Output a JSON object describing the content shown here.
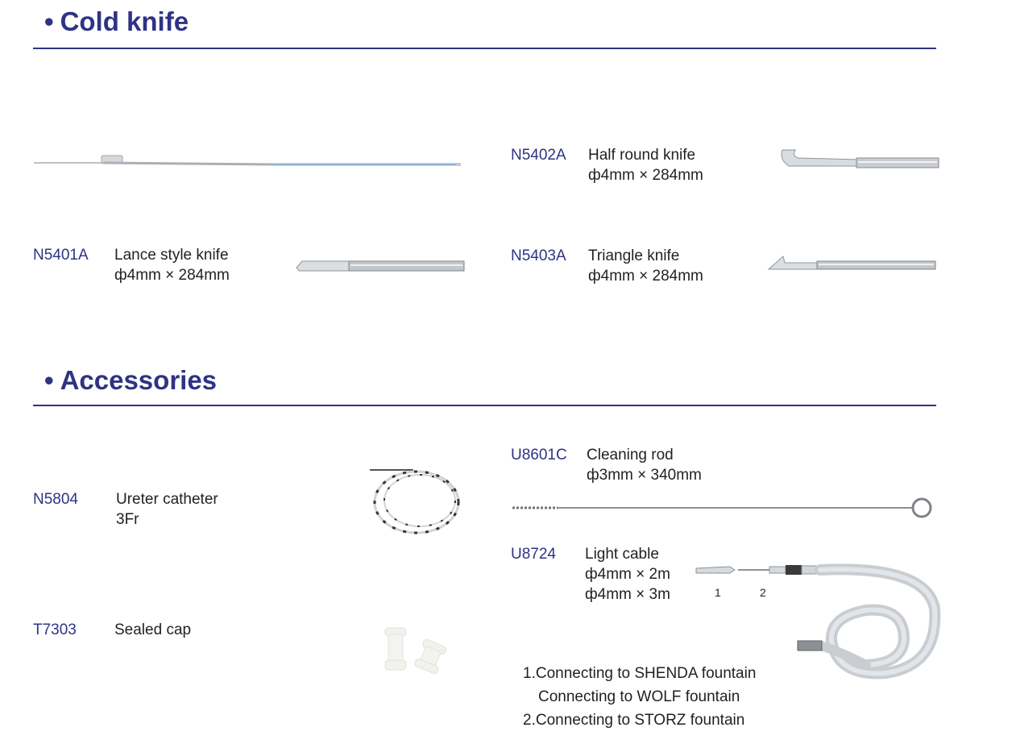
{
  "sections": {
    "cold_knife": {
      "bullet": "•",
      "title": "Cold knife"
    },
    "accessories": {
      "bullet": "•",
      "title": "Accessories"
    }
  },
  "cold_knife_items": {
    "n5402a": {
      "code": "N5402A",
      "name": "Half round knife",
      "spec": "ф4mm × 284mm"
    },
    "n5401a": {
      "code": "N5401A",
      "name": "Lance style knife",
      "spec": "ф4mm × 284mm"
    },
    "n5403a": {
      "code": "N5403A",
      "name": "Triangle knife",
      "spec": "ф4mm × 284mm"
    }
  },
  "accessory_items": {
    "n5804": {
      "code": "N5804",
      "name": "Ureter catheter",
      "spec": "3Fr"
    },
    "t7303": {
      "code": "T7303",
      "name": "Sealed cap"
    },
    "u8601c": {
      "code": "U8601C",
      "name": "Cleaning rod",
      "spec": "ф3mm × 340mm"
    },
    "u8724": {
      "code": "U8724",
      "name": "Light cable",
      "spec1": "ф4mm × 2m",
      "spec2": "ф4mm × 3m",
      "label1": "1",
      "label2": "2",
      "notes": [
        "1.Connecting to SHENDA fountain",
        "Connecting to WOLF fountain",
        "2.Connecting to STORZ fountain"
      ]
    }
  },
  "colors": {
    "heading": "#2e3384",
    "text": "#231f20",
    "sheath_blue": "#8fb3dc"
  }
}
